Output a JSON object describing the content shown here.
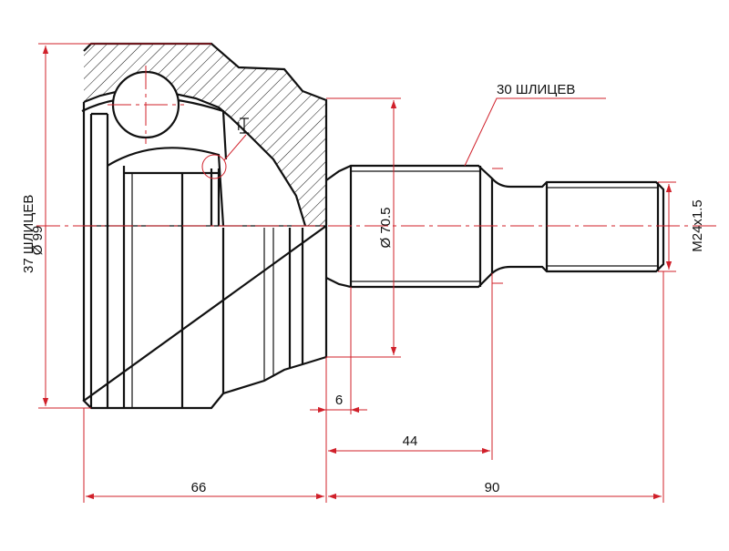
{
  "drawing": {
    "colors": {
      "outline": "#111111",
      "dimension": "#d0202a",
      "background": "#ffffff"
    },
    "labels": {
      "outer_splines": "37 ШЛИЦЕВ",
      "outer_diameter": "Ø 99",
      "inner_splines": "30 ШЛИЦЕВ",
      "shaft_diameter": "Ø 70.5",
      "thread": "M24x1.5",
      "detail_marker": "I"
    },
    "dimensions": {
      "left_length": "66",
      "shaft_length": "90",
      "spline_length": "44",
      "shoulder_width": "6"
    }
  }
}
